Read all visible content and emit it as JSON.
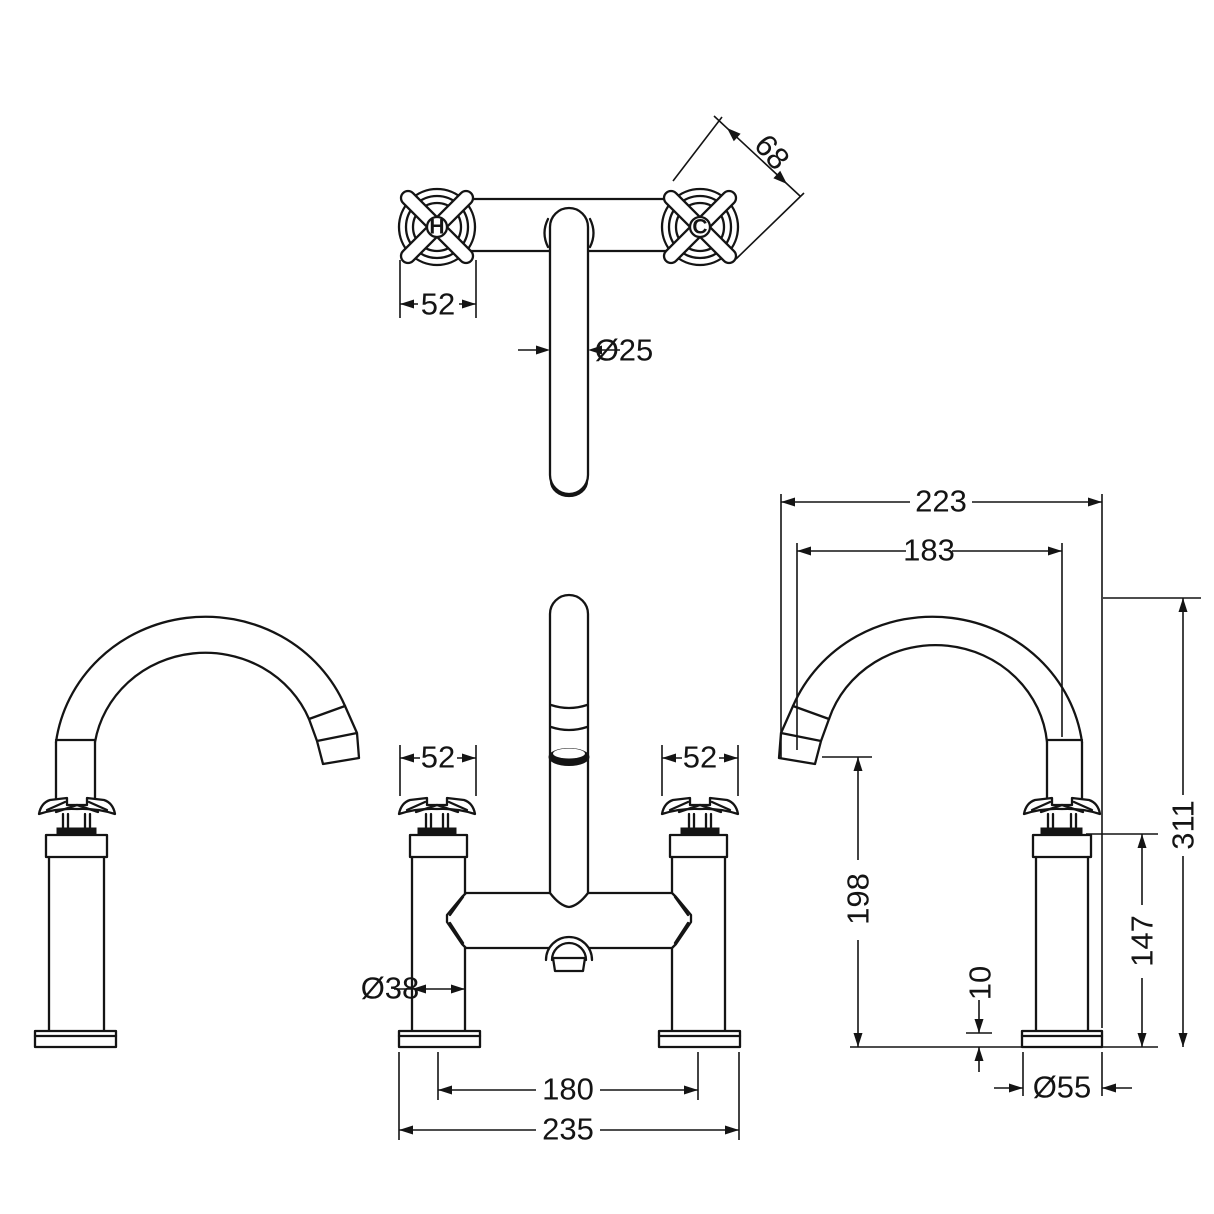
{
  "labels": {
    "hot": "H",
    "cold": "C"
  },
  "dims": {
    "top": {
      "handle_width": "52",
      "spout_diameter": "Ø25",
      "handle_diagonal": "68"
    },
    "front": {
      "left_handle_width": "52",
      "right_handle_width": "52",
      "body_diameter": "Ø38",
      "tap_centres": "180",
      "overall_width": "235"
    },
    "side": {
      "overall_projection": "223",
      "spout_projection": "183",
      "overall_height": "311",
      "spout_height": "198",
      "body_height": "147",
      "base_plate_thickness": "10",
      "base_diameter": "Ø55"
    }
  },
  "colors": {
    "line": "#141414",
    "background": "#ffffff"
  }
}
